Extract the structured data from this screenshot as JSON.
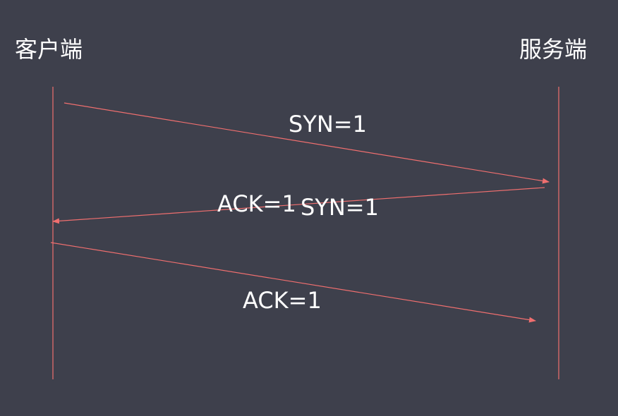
{
  "colors": {
    "background": "#3e404c",
    "line": "#f06f6f",
    "text": "#ffffff"
  },
  "parties": {
    "client": "客户端",
    "server": "服务端"
  },
  "messages": [
    {
      "from": "client",
      "to": "server",
      "label": "SYN=1"
    },
    {
      "from": "server",
      "to": "client",
      "label_ack": "ACK=1",
      "label_syn": "SYN=1"
    },
    {
      "from": "client",
      "to": "server",
      "label": "ACK=1"
    }
  ]
}
